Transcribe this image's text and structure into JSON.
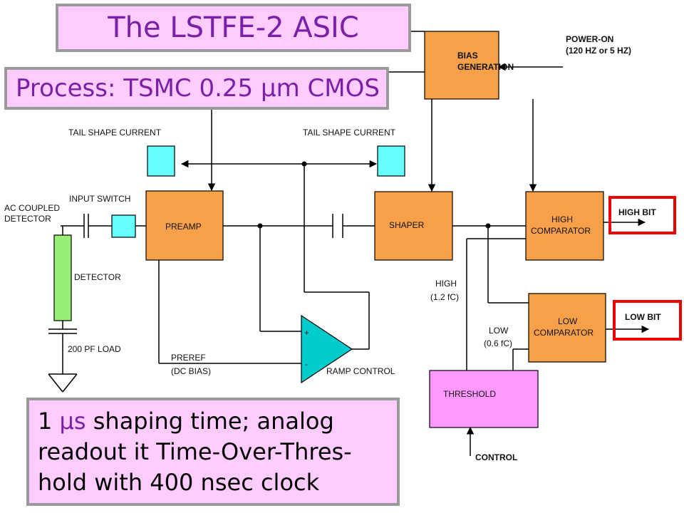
{
  "title": "The LSTFE-2 ASIC",
  "process": {
    "label": "Process: TSMC 0.25 ",
    "mu": "μ",
    "unit_rest": "m CMOS"
  },
  "note": {
    "line1_prefix": "1 ",
    "line1_mu": "μ",
    "line1_s": "s",
    "line1_rest": " shaping time; analog",
    "line2": "readout it Time-Over-Thres-",
    "line3": "hold with 400 nsec clock"
  },
  "blocks": {
    "bias_line1": "BIAS",
    "bias_line2": "GENERATION",
    "preamp": "PREAMP",
    "shaper": "SHAPER",
    "high_comp_line1": "HIGH",
    "high_comp_line2": "COMPARATOR",
    "low_comp_line1": "LOW",
    "low_comp_line2": "COMPARATOR",
    "threshold": "THRESHOLD"
  },
  "labels": {
    "power_on_1": "POWER-ON",
    "power_on_2": "(120 HZ or 5 HZ)",
    "tail_shape_left": "TAIL SHAPE CURRENT",
    "tail_shape_right": "TAIL SHAPE CURRENT",
    "input_switch": "INPUT SWITCH",
    "ac_coupled_1": "AC COUPLED",
    "ac_coupled_2": "DETECTOR",
    "detector": "DETECTOR",
    "load": "200 PF LOAD",
    "preref_1": "PREREF",
    "preref_2": "(DC BIAS)",
    "ramp_control": "RAMP CONTROL",
    "high_1": "HIGH",
    "high_2": "(1.2 fC)",
    "low_1": "LOW",
    "low_2": "(0.6 fC)",
    "control": "CONTROL",
    "high_bit": "HIGH BIT",
    "low_bit": "LOW BIT",
    "plus": "+",
    "minus": "-"
  },
  "colors": {
    "block": "#f7a04a",
    "switch": "#66ffff",
    "threshold": "#ff99ff",
    "detector": "#99ee77",
    "callout_bg": "#ffccff",
    "callout_text": "#7a1fa8",
    "output_box": "#ee0000"
  }
}
